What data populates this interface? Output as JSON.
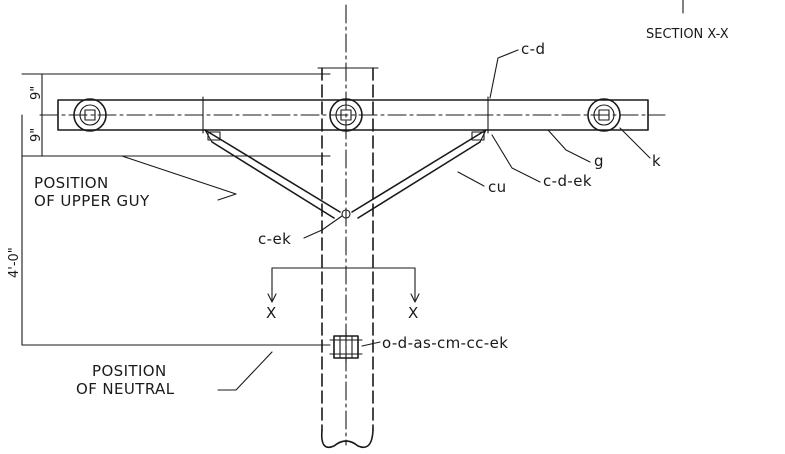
{
  "labels": {
    "section": "SECTION X-X",
    "c_d": "c-d",
    "g": "g",
    "k": "k",
    "c_d_ek": "c-d-ek",
    "cu": "cu",
    "c_ek": "c-ek",
    "position_upper_1": "POSITION",
    "position_upper_2": "OF UPPER GUY",
    "position_neutral_1": "POSITION",
    "position_neutral_2": "OF NEUTRAL",
    "neutral_hardware": "o-d-as-cm-cc-ek",
    "section_x_left": "X",
    "section_x_right": "X",
    "dim_9_top": "9\"",
    "dim_9_bottom": "9\"",
    "dim_4_0": "4'-0\""
  }
}
